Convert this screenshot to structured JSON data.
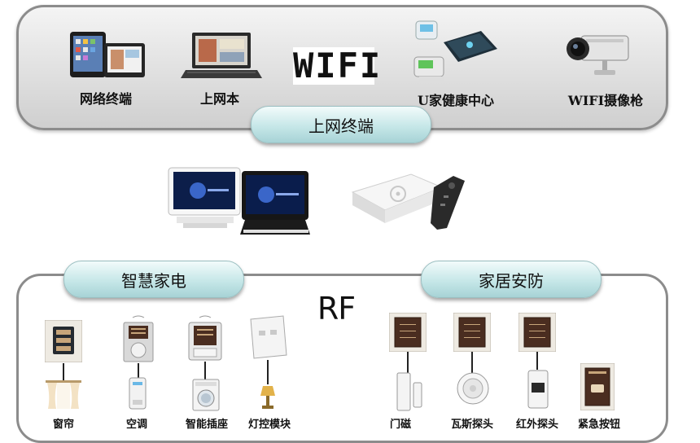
{
  "top_devices": {
    "tablet_label": "网络终端",
    "laptop_label": "上网本",
    "wifi_text": "WIFI",
    "health_label": "U家健康中心",
    "camera_label": "WIFI摄像枪"
  },
  "center_label": "上网终端",
  "smart_appliances": {
    "title": "智慧家电",
    "items": [
      "窗帘",
      "空调",
      "智能插座",
      "灯控模块"
    ]
  },
  "home_security": {
    "title": "家居安防",
    "items": [
      "门磁",
      "瓦斯探头",
      "红外探头",
      "紧急按钮"
    ]
  },
  "rf_text": "RF"
}
